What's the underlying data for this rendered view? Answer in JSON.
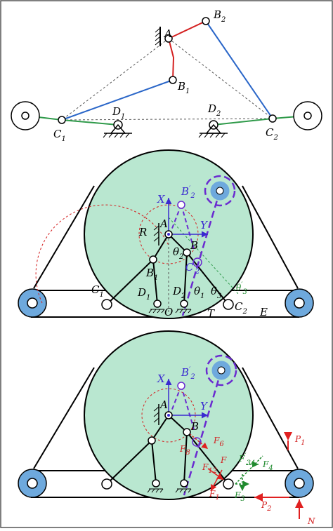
{
  "colors": {
    "disc": "#b9e7d0",
    "roller": "#6ea9dd",
    "red_link": "#d42020",
    "blue_link": "#2a66c8",
    "green_link": "#2f9a4a",
    "purple": "#6a2bd0",
    "force_red": "#e02020",
    "force_green": "#1f8a2e"
  },
  "panel1": {
    "labels": {
      "A": "A",
      "B1": "B",
      "B1_sub": "1",
      "B2": "B",
      "B2_sub": "2",
      "C1": "C",
      "C1_sub": "1",
      "C2": "C",
      "C2_sub": "2",
      "D1": "D",
      "D1_sub": "1",
      "D2": "D",
      "D2_sub": "2"
    }
  },
  "panel2": {
    "labels": {
      "X": "X",
      "Y": "Y",
      "R": "R",
      "A": "A",
      "B": "B",
      "B2p": "B",
      "B2p_sup": "′",
      "B2p_sub": "2",
      "B1": "B",
      "B1_sub": "1",
      "C1": "C",
      "C1_sub": "1",
      "C2": "C",
      "C2_sub": "2",
      "C2p": "C",
      "C2p_sup": "′",
      "C2p_sub": "2",
      "D1": "D",
      "D1_sub": "1",
      "D2": "D",
      "D2_sub": "2",
      "O": "O",
      "T": "T",
      "E": "E",
      "theta1": "θ",
      "theta1_sub": "1",
      "theta2": "θ",
      "theta2_sub": "2",
      "theta3": "θ",
      "theta3_sub": "3",
      "theta3p": "θ",
      "theta3p_sup": "′",
      "theta3p_sub": "3"
    }
  },
  "panel3": {
    "labels": {
      "X": "X",
      "Y": "Y",
      "A": "A",
      "B": "B",
      "B2p": "B",
      "B2p_sup": "′",
      "B2p_sub": "2",
      "F6": "F",
      "F6_sub": "6",
      "F8": "F",
      "F8_sub": "8",
      "F12": "F",
      "F12_sub": "12",
      "F": "F",
      "F1": "F",
      "F1_sub": "1",
      "F34": "F",
      "F34_sup": "′",
      "F34_sub": "34",
      "F4": "F",
      "F4_sub": "4",
      "F3": "F",
      "F3_sub": "3",
      "P1": "P",
      "P1_sub": "1",
      "P2": "P",
      "P2_sub": "2",
      "N": "N"
    }
  }
}
